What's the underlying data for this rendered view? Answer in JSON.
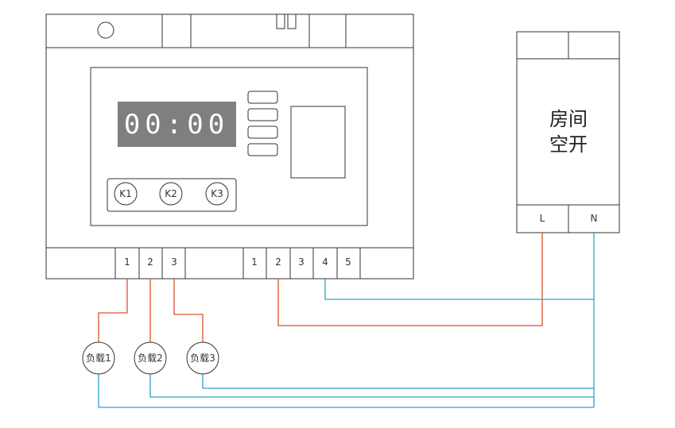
{
  "display": {
    "time": "00:00"
  },
  "keys": [
    "K1",
    "K2",
    "K3"
  ],
  "output_terminals": [
    "1",
    "2",
    "3"
  ],
  "input_terminals": [
    "1",
    "2",
    "3",
    "4",
    "5"
  ],
  "breaker": {
    "label_line1": "房间",
    "label_line2": "空开",
    "terminal_l": "L",
    "terminal_n": "N"
  },
  "loads": [
    "负载1",
    "负载2",
    "负载3"
  ],
  "colors": {
    "live_wire": "#e0502e",
    "neutral_wire": "#2aa3cf",
    "display_bg": "#7f7f7f"
  }
}
